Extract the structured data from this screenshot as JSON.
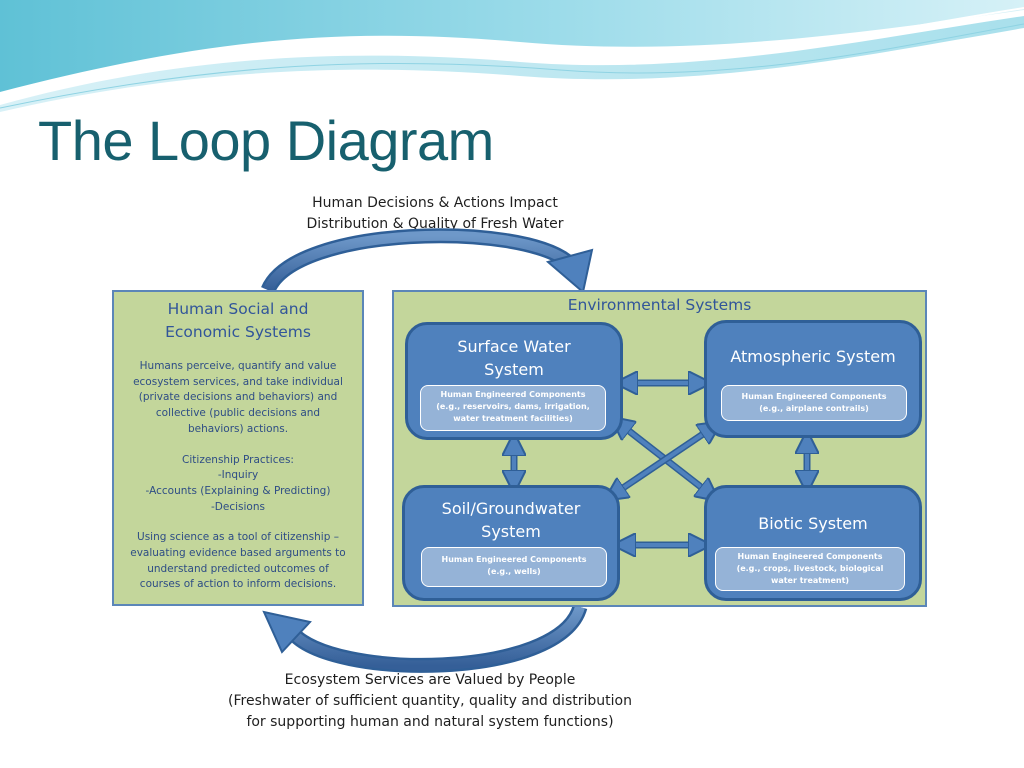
{
  "slide_title": "The Loop Diagram",
  "top_caption": {
    "lines": [
      "Human Decisions & Actions Impact",
      "Distribution & Quality of Fresh Water"
    ]
  },
  "bottom_caption": {
    "lines": [
      "Ecosystem Services are Valued by People",
      "(Freshwater of sufficient quantity, quality and distribution",
      "for supporting human and natural system functions)"
    ]
  },
  "human_panel": {
    "title_lines": [
      "Human Social and",
      "Economic Systems"
    ],
    "paragraph1": [
      "Humans perceive, quantify and value",
      "ecosystem services, and take individual",
      "(private decisions and behaviors) and",
      "collective (public decisions and",
      "behaviors) actions."
    ],
    "paragraph2": [
      "Citizenship Practices:",
      "-Inquiry",
      "-Accounts (Explaining & Predicting)",
      "-Decisions"
    ],
    "paragraph3": [
      "Using science as a tool of citizenship –",
      "evaluating evidence based arguments to",
      "understand predicted outcomes of",
      "courses of action to inform decisions."
    ]
  },
  "environmental_panel": {
    "title": "Environmental Systems",
    "systems": [
      {
        "title_lines": [
          "Surface Water",
          "System"
        ],
        "component_lines": [
          "Human Engineered Components",
          "(e.g., reservoirs, dams, irrigation,",
          "water treatment facilities)"
        ]
      },
      {
        "title_lines": [
          "Atmospheric System"
        ],
        "component_lines": [
          "Human Engineered Components",
          "(e.g., airplane contrails)"
        ]
      },
      {
        "title_lines": [
          "Soil/Groundwater",
          "System"
        ],
        "component_lines": [
          "Human Engineered Components",
          "(e.g., wells)"
        ]
      },
      {
        "title_lines": [
          "Biotic System"
        ],
        "component_lines": [
          "Human Engineered Components",
          "(e.g., crops, livestock, biological",
          "water treatment)"
        ]
      }
    ]
  },
  "colors": {
    "title_teal": "#17606e",
    "panel_green": "#c3d69b",
    "system_blue": "#4f81bd",
    "component_blue": "#95b3d7",
    "arrow_blue": "#4f81bd"
  }
}
